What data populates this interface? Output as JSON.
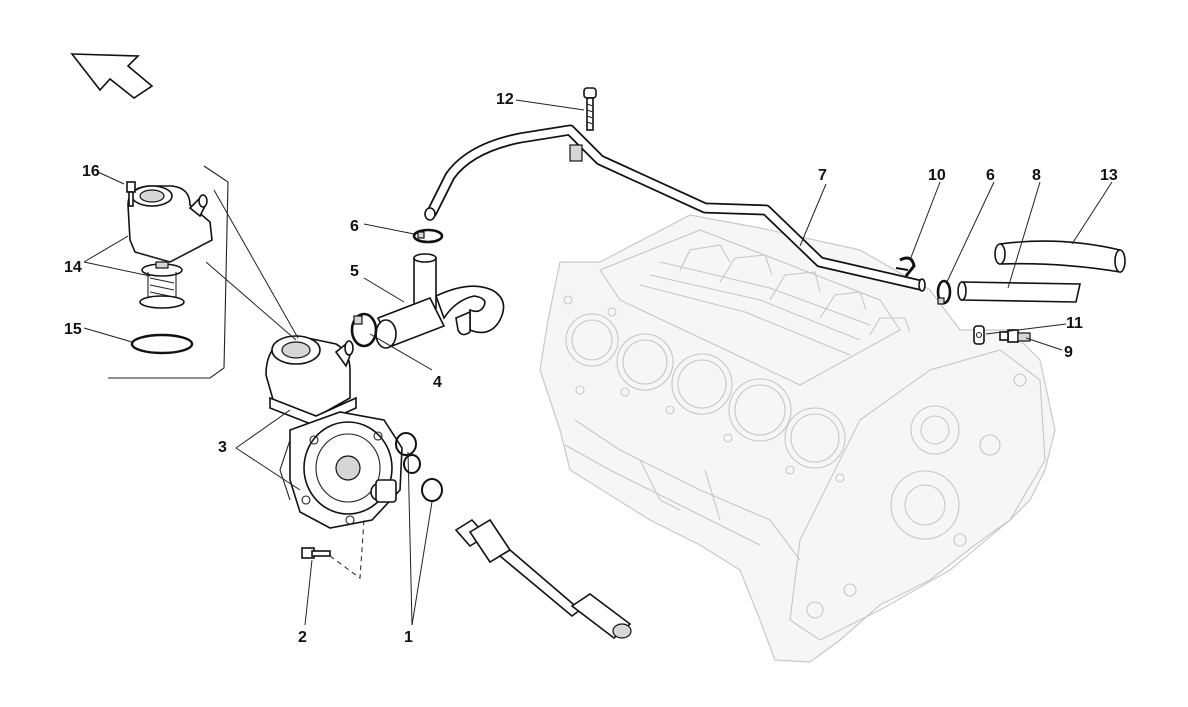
{
  "callouts": {
    "c1": "1",
    "c2": "2",
    "c3": "3",
    "c4": "4",
    "c5": "5",
    "c6a": "6",
    "c6b": "6",
    "c7": "7",
    "c8": "8",
    "c9": "9",
    "c10": "10",
    "c11": "11",
    "c12": "12",
    "c13": "13",
    "c14": "14",
    "c15": "15",
    "c16": "16"
  },
  "icons": {
    "orientation": "direction-arrow-icon"
  },
  "colors": {
    "line": "#111111",
    "ghost": "#c9c9c9",
    "background": "#ffffff"
  }
}
